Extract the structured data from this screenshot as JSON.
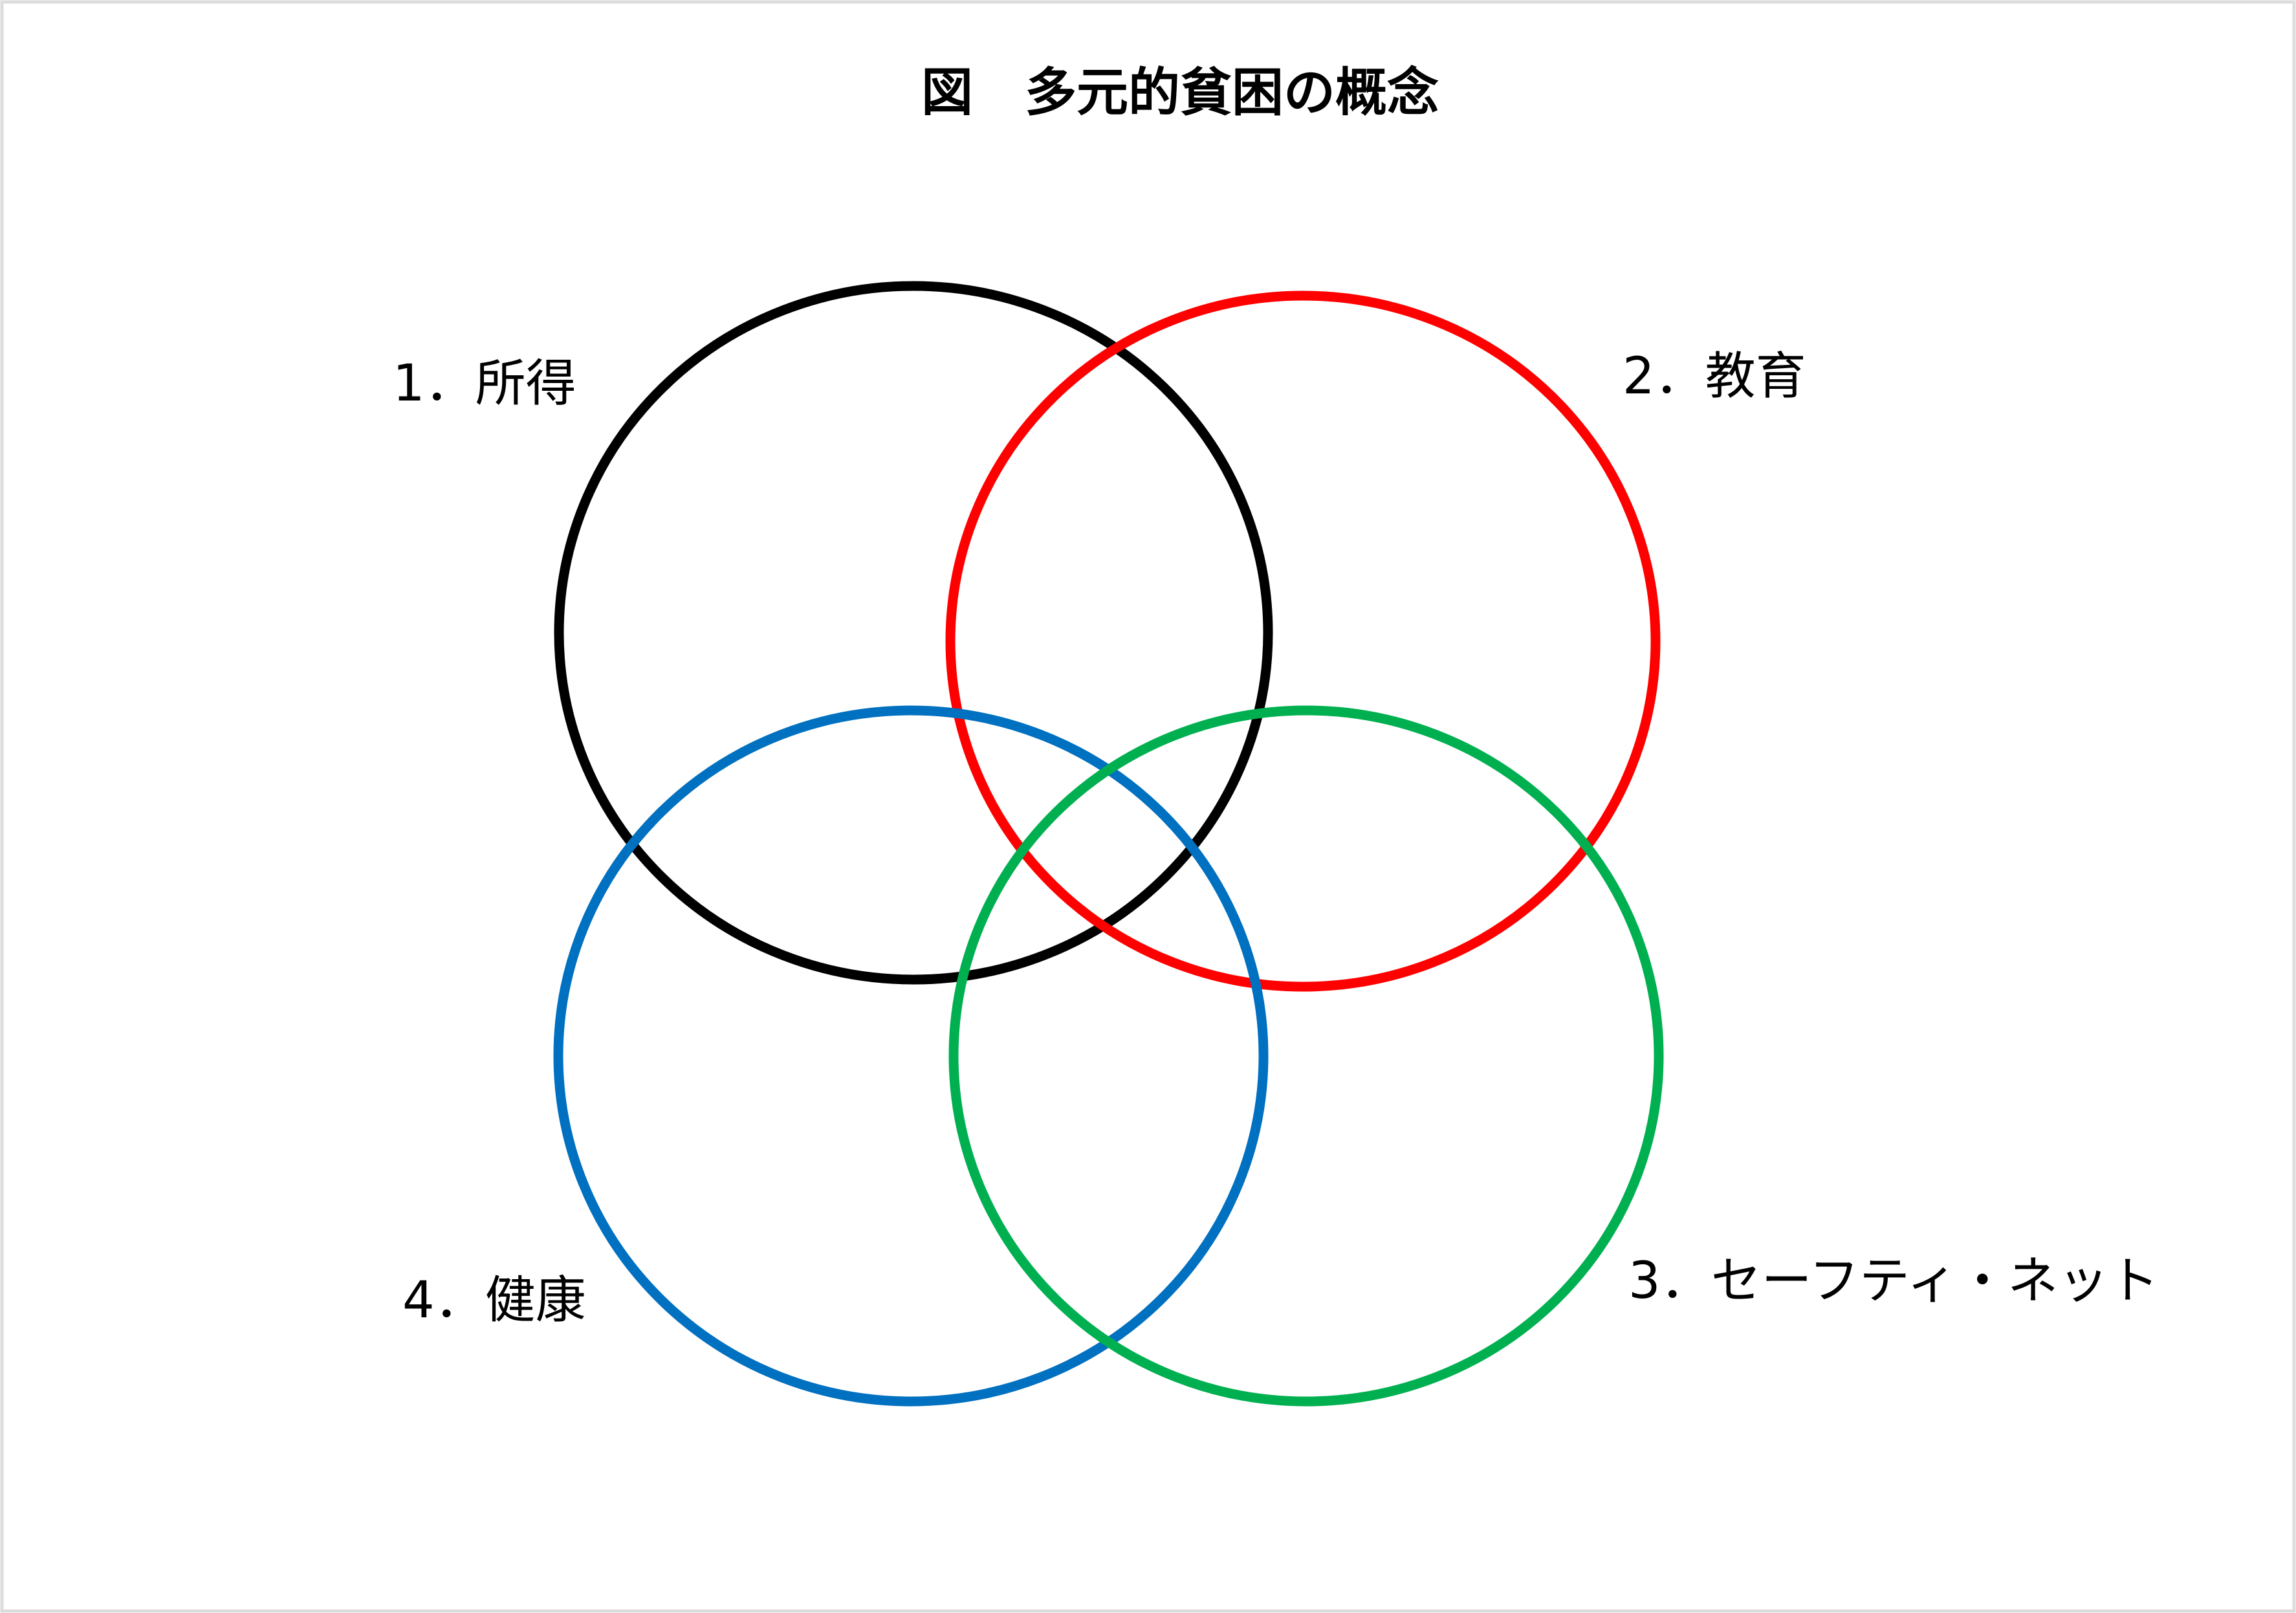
{
  "title": "図　多元的貧困の概念",
  "circles": [
    {
      "label": "1．所得",
      "color": "#000000"
    },
    {
      "label": "2．教育",
      "color": "#ff0000"
    },
    {
      "label": "3．セーフティ・ネット",
      "color": "#00b050"
    },
    {
      "label": "4．健康",
      "color": "#0070c0"
    }
  ]
}
